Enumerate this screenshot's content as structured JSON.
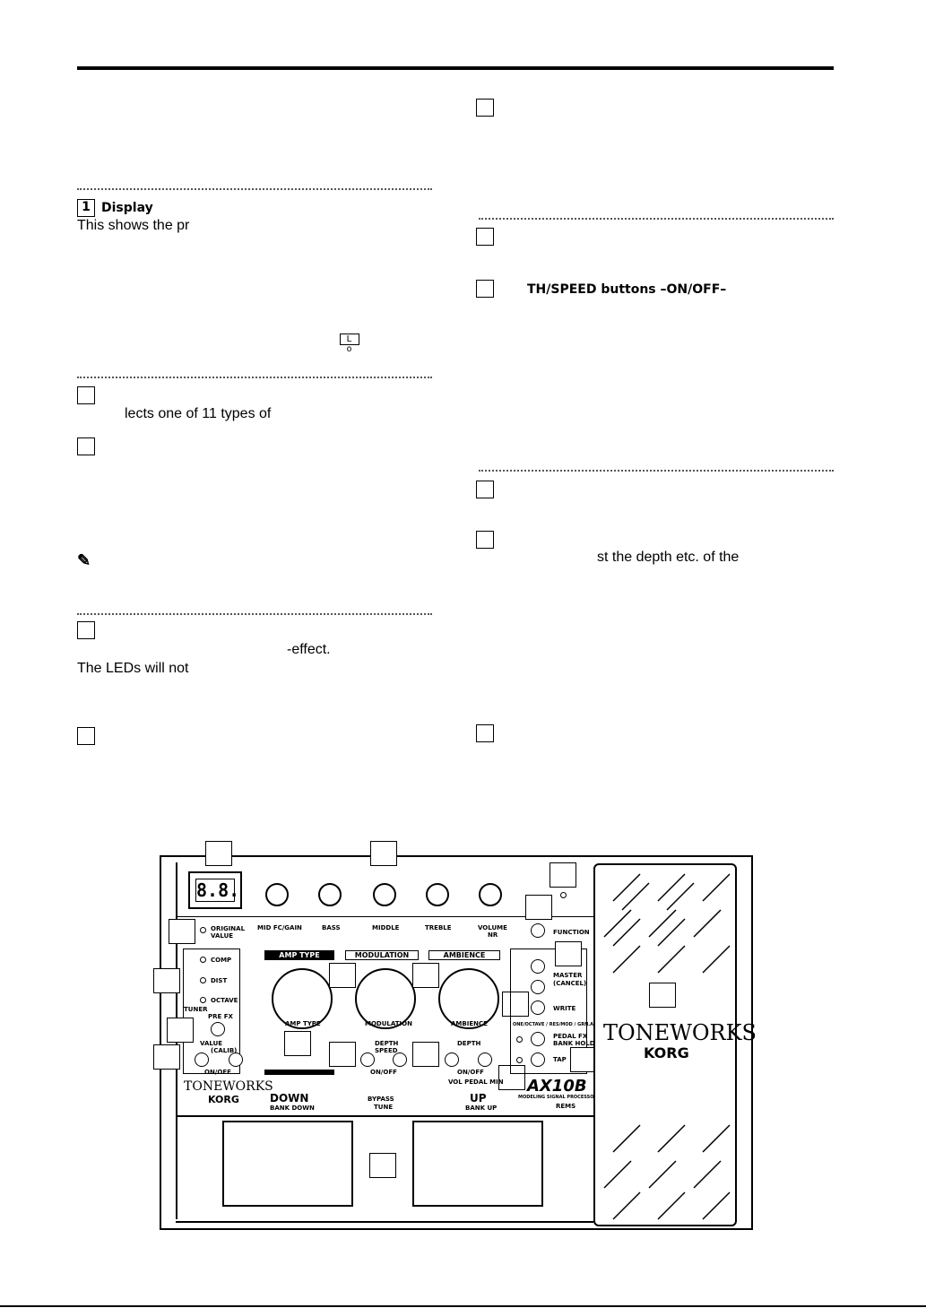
{
  "left_column": {
    "display_heading": {
      "number": "1",
      "title": "Display"
    },
    "display_text": "This shows the pr",
    "lcd_lo": "L o",
    "amp_text": "lects one of 11 types of",
    "effect_text": "-effect.",
    "leds_text": "The LEDs will not"
  },
  "right_column": {
    "depth_heading": "TH/SPEED buttons –ON/OFF–",
    "depth_text": "st the depth etc. of the"
  },
  "device": {
    "display_digits": "8.8.",
    "knobs": [
      {
        "label": "MID FC/GAIN",
        "sub": ""
      },
      {
        "label": "BASS",
        "sub": ""
      },
      {
        "label": "MIDDLE",
        "sub": ""
      },
      {
        "label": "TREBLE",
        "sub": ""
      },
      {
        "label": "VOLUME",
        "sub": "NR"
      }
    ],
    "original_value": "ORIGINAL",
    "original_value_2": "VALUE",
    "prefx": {
      "comp": "COMP",
      "dist": "DIST",
      "octave": "OCTAVE",
      "tuner": "TUNER",
      "pre_fx": "PRE FX"
    },
    "value": {
      "label": "VALUE",
      "sub": "(CALIB)",
      "onoff": "ON/OFF"
    },
    "sections": {
      "amp_type": "AMP TYPE",
      "modulation": "MODULATION",
      "ambience": "AMBIENCE"
    },
    "dial_labels": {
      "amp": "AMP TYPE",
      "mod": "MODULATION",
      "amb": "AMBIENCE"
    },
    "depth_speed": {
      "label": "DEPTH",
      "sub": "SPEED",
      "onoff": "ON/OFF"
    },
    "depth_amb": {
      "label": "DEPTH",
      "onoff": "ON/OFF",
      "vol_pedal": "VOL PEDAL MIN"
    },
    "right_buttons": {
      "function": "FUNCTION",
      "master": "MASTER",
      "cancel": "(CANCEL)",
      "write": "WRITE",
      "chain_label": "ONE/OCTAVE / RES/MOD / GRN.AMB",
      "pedal_fx": "PEDAL FX",
      "bank_hold": "BANK HOLD",
      "tap": "TAP"
    },
    "footer": {
      "brand_tone": "TONEWORKS",
      "brand_korg": "KORG",
      "down": "DOWN",
      "bank_down": "BANK DOWN",
      "bypass": "BYPASS",
      "tune": "TUNE",
      "up": "UP",
      "bank_up": "BANK UP",
      "model": "AX10B",
      "model_sub": "MODELING SIGNAL PROCESSOR",
      "rems": "REMS"
    },
    "pedal_brand": {
      "tone": "TONEWORKS",
      "korg": "KORG"
    }
  }
}
